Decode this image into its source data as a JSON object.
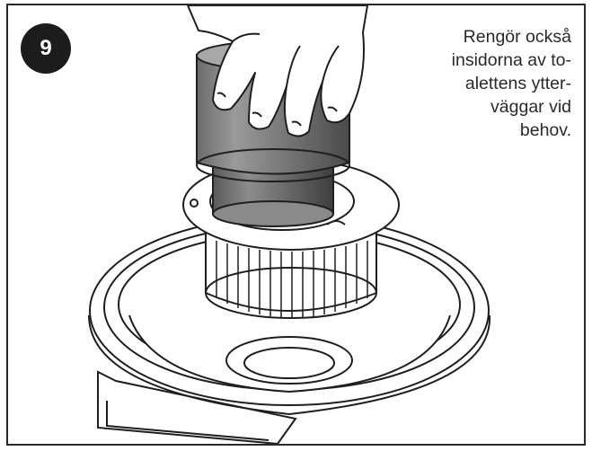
{
  "step": {
    "number": "9"
  },
  "instruction": {
    "lines": [
      "Rengör också",
      "insidorna av to-",
      "alettens ytter-",
      "väggar vid",
      "behov."
    ]
  },
  "illustration": {
    "subject": "hand-lifting-insert-from-toilet-bowl",
    "line_color": "#1f1f1f",
    "shade_color": "#707070"
  }
}
